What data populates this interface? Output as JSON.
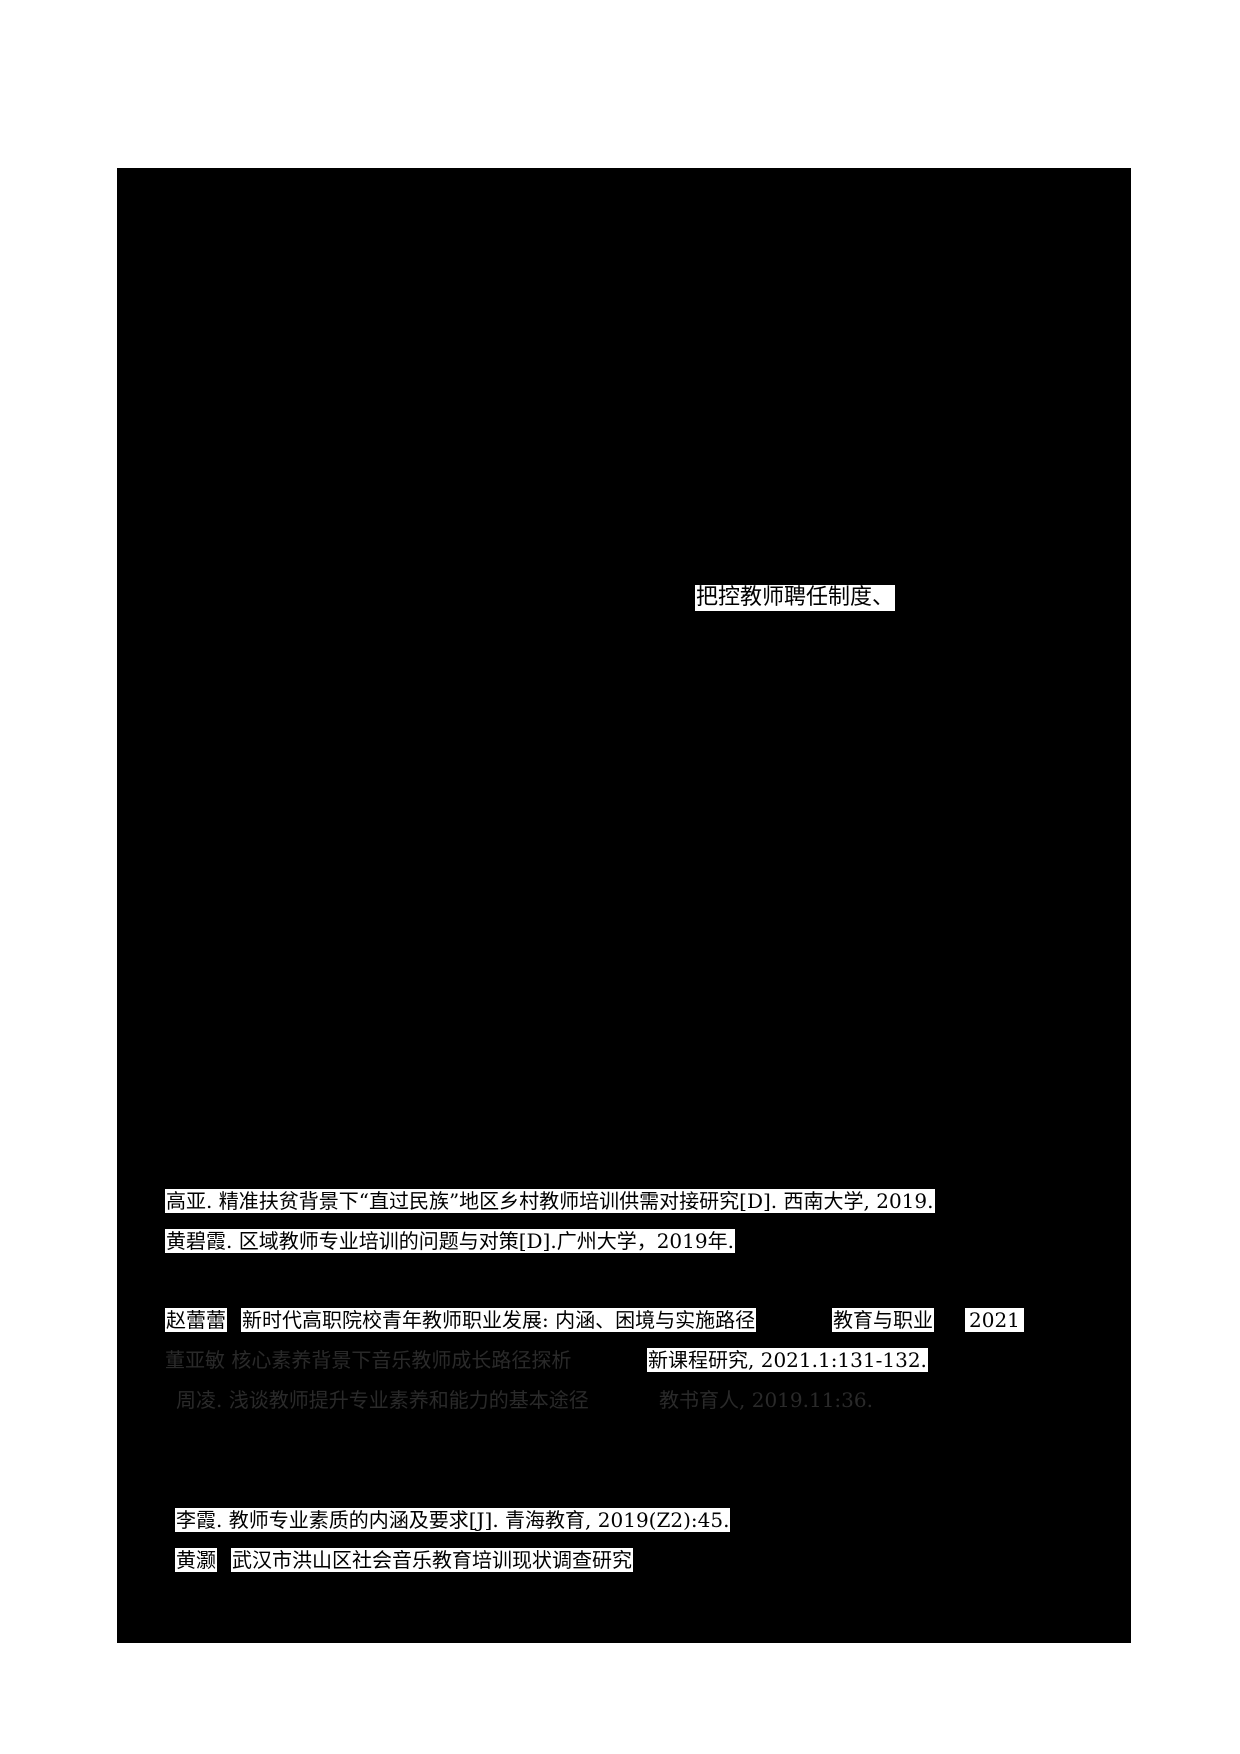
{
  "page": {
    "background": "#ffffff",
    "redaction_color": "#000000",
    "highlight_color": "#ffffff",
    "dim_text_color": "#2a2a2a"
  },
  "body_fragment": {
    "text": "把控教师聘任制度、"
  },
  "references": [
    {
      "segments": [
        "高亚. 精准扶贫背景下“直过民族”地区乡村教师培训供需对接研究[D]. 西南大学, 2019."
      ]
    },
    {
      "segments": [
        "黄碧霞. 区域教师专业培训的问题与对策[D].广州大学，2019年."
      ]
    },
    {
      "segments": [
        "赵蕾蕾",
        "新时代高职院校青年教师职业发展: 内涵、困境与实施路径",
        "教育与职业",
        "2021"
      ]
    },
    {
      "segments": [
        "董亚敏  核心素养背景下音乐教师成长路径探析",
        "新课程研究, 2021.1:131-132."
      ]
    },
    {
      "segments": [
        "周凌. 浅谈教师提升专业素养和能力的基本途径",
        "教书育人, 2019.11:36."
      ]
    },
    {
      "segments": [
        "李霞. 教师专业素质的内涵及要求[J]. 青海教育, 2019(Z2):45."
      ]
    },
    {
      "segments": [
        "黄灏",
        "武汉市洪山区社会音乐教育培训现状调查研究"
      ]
    }
  ]
}
